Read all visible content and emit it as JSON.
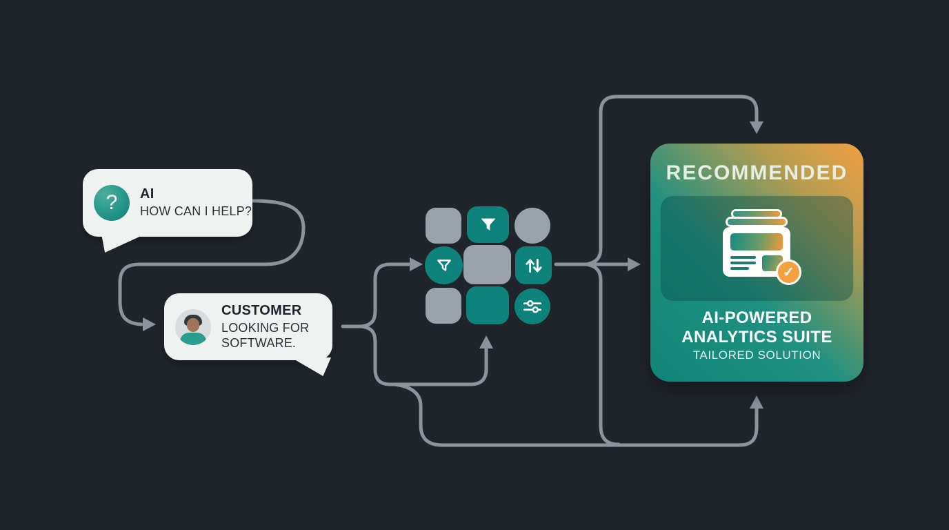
{
  "background_color": "#20252c",
  "connector_color": "#8d939c",
  "ai_bubble": {
    "speaker": "AI",
    "message": "HOW CAN I HELP?",
    "icon": "question-mark-icon",
    "icon_glyph": "?",
    "avatar_color": "#2b9b8d",
    "bubble_color": "#eff2f1"
  },
  "customer_bubble": {
    "speaker": "CUSTOMER",
    "message": "LOOKING FOR SOFTWARE.",
    "icon": "person-icon",
    "shirt_color": "#2a9d8f",
    "bubble_color": "#eff2f1"
  },
  "matching_grid": {
    "gray_color": "#9aa2ab",
    "teal_color": "#0e837b",
    "icons": [
      "filter-filled-icon",
      "filter-outline-icon",
      "sort-arrows-icon",
      "sliders-icon"
    ]
  },
  "recommendation_card": {
    "badge_label": "RECOMMENDED",
    "title_line1": "AI-POWERED",
    "title_line2": "ANALYTICS SUITE",
    "subtitle": "TAILORED SOLUTION",
    "gradient_from": "#118578",
    "gradient_to": "#f2a041",
    "check_badge_color": "#f5a13f",
    "check_glyph": "✓",
    "preview_icon": "document-preview-icon"
  }
}
